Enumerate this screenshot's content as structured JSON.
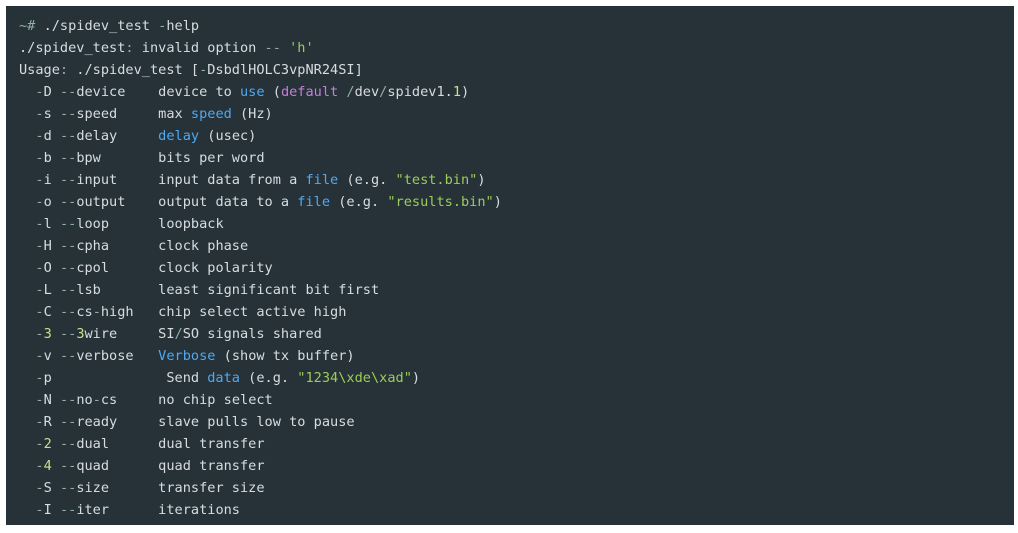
{
  "colors": {
    "background": "#263238",
    "text": "#d7dce0",
    "operator": "#8fb0a4",
    "keyword": "#4fa9f2",
    "purple": "#c77ddc",
    "string": "#9ccc5a",
    "number": "#c8e089"
  },
  "lines": [
    [
      {
        "t": "~# ",
        "c": "operator"
      },
      {
        "t": "./spidev_test ",
        "c": "text"
      },
      {
        "t": "-",
        "c": "operator"
      },
      {
        "t": "help",
        "c": "text"
      }
    ],
    [
      {
        "t": "./spidev_test",
        "c": "text"
      },
      {
        "t": ": ",
        "c": "operator"
      },
      {
        "t": "invalid option ",
        "c": "text"
      },
      {
        "t": "-- ",
        "c": "operator"
      },
      {
        "t": "'h'",
        "c": "string"
      }
    ],
    [
      {
        "t": "Usage",
        "c": "text"
      },
      {
        "t": ": ",
        "c": "operator"
      },
      {
        "t": "./spidev_test [",
        "c": "text"
      },
      {
        "t": "-",
        "c": "operator"
      },
      {
        "t": "DsbdlHOLC3vpNR24SI]",
        "c": "text"
      }
    ],
    [
      {
        "t": "  -",
        "c": "operator"
      },
      {
        "t": "D ",
        "c": "text"
      },
      {
        "t": "--",
        "c": "operator"
      },
      {
        "t": "device    device to ",
        "c": "text"
      },
      {
        "t": "use",
        "c": "keyword"
      },
      {
        "t": " (",
        "c": "text"
      },
      {
        "t": "default",
        "c": "purple"
      },
      {
        "t": " /",
        "c": "operator"
      },
      {
        "t": "dev",
        "c": "text"
      },
      {
        "t": "/",
        "c": "operator"
      },
      {
        "t": "spidev1.",
        "c": "text"
      },
      {
        "t": "1",
        "c": "number"
      },
      {
        "t": ")",
        "c": "text"
      }
    ],
    [
      {
        "t": "  -",
        "c": "operator"
      },
      {
        "t": "s ",
        "c": "text"
      },
      {
        "t": "--",
        "c": "operator"
      },
      {
        "t": "speed     max ",
        "c": "text"
      },
      {
        "t": "speed",
        "c": "keyword"
      },
      {
        "t": " (Hz)",
        "c": "text"
      }
    ],
    [
      {
        "t": "  -",
        "c": "operator"
      },
      {
        "t": "d ",
        "c": "text"
      },
      {
        "t": "--",
        "c": "operator"
      },
      {
        "t": "delay     ",
        "c": "text"
      },
      {
        "t": "delay",
        "c": "keyword"
      },
      {
        "t": " (usec)",
        "c": "text"
      }
    ],
    [
      {
        "t": "  -",
        "c": "operator"
      },
      {
        "t": "b ",
        "c": "text"
      },
      {
        "t": "--",
        "c": "operator"
      },
      {
        "t": "bpw       bits per word",
        "c": "text"
      }
    ],
    [
      {
        "t": "  -",
        "c": "operator"
      },
      {
        "t": "i ",
        "c": "text"
      },
      {
        "t": "--",
        "c": "operator"
      },
      {
        "t": "input     input data from a ",
        "c": "text"
      },
      {
        "t": "file",
        "c": "keyword"
      },
      {
        "t": " (e.g. ",
        "c": "text"
      },
      {
        "t": "\"test.bin\"",
        "c": "string"
      },
      {
        "t": ")",
        "c": "text"
      }
    ],
    [
      {
        "t": "  -",
        "c": "operator"
      },
      {
        "t": "o ",
        "c": "text"
      },
      {
        "t": "--",
        "c": "operator"
      },
      {
        "t": "output    output data to a ",
        "c": "text"
      },
      {
        "t": "file",
        "c": "keyword"
      },
      {
        "t": " (e.g. ",
        "c": "text"
      },
      {
        "t": "\"results.bin\"",
        "c": "string"
      },
      {
        "t": ")",
        "c": "text"
      }
    ],
    [
      {
        "t": "  -",
        "c": "operator"
      },
      {
        "t": "l ",
        "c": "text"
      },
      {
        "t": "--",
        "c": "operator"
      },
      {
        "t": "loop      loopback",
        "c": "text"
      }
    ],
    [
      {
        "t": "  -",
        "c": "operator"
      },
      {
        "t": "H ",
        "c": "text"
      },
      {
        "t": "--",
        "c": "operator"
      },
      {
        "t": "cpha      clock phase",
        "c": "text"
      }
    ],
    [
      {
        "t": "  -",
        "c": "operator"
      },
      {
        "t": "O ",
        "c": "text"
      },
      {
        "t": "--",
        "c": "operator"
      },
      {
        "t": "cpol      clock polarity",
        "c": "text"
      }
    ],
    [
      {
        "t": "  -",
        "c": "operator"
      },
      {
        "t": "L ",
        "c": "text"
      },
      {
        "t": "--",
        "c": "operator"
      },
      {
        "t": "lsb       least significant bit first",
        "c": "text"
      }
    ],
    [
      {
        "t": "  -",
        "c": "operator"
      },
      {
        "t": "C ",
        "c": "text"
      },
      {
        "t": "--",
        "c": "operator"
      },
      {
        "t": "cs",
        "c": "text"
      },
      {
        "t": "-",
        "c": "operator"
      },
      {
        "t": "high   chip select active high",
        "c": "text"
      }
    ],
    [
      {
        "t": "  -",
        "c": "operator"
      },
      {
        "t": "3",
        "c": "number"
      },
      {
        "t": " ",
        "c": "text"
      },
      {
        "t": "--",
        "c": "operator"
      },
      {
        "t": "3",
        "c": "number"
      },
      {
        "t": "wire     SI",
        "c": "text"
      },
      {
        "t": "/",
        "c": "operator"
      },
      {
        "t": "SO signals shared",
        "c": "text"
      }
    ],
    [
      {
        "t": "  -",
        "c": "operator"
      },
      {
        "t": "v ",
        "c": "text"
      },
      {
        "t": "--",
        "c": "operator"
      },
      {
        "t": "verbose   ",
        "c": "text"
      },
      {
        "t": "Verbose",
        "c": "keyword"
      },
      {
        "t": " (show tx buffer)",
        "c": "text"
      }
    ],
    [
      {
        "t": "  -",
        "c": "operator"
      },
      {
        "t": "p              Send ",
        "c": "text"
      },
      {
        "t": "data",
        "c": "keyword"
      },
      {
        "t": " (e.g. ",
        "c": "text"
      },
      {
        "t": "\"1234\\xde\\xad\"",
        "c": "string"
      },
      {
        "t": ")",
        "c": "text"
      }
    ],
    [
      {
        "t": "  -",
        "c": "operator"
      },
      {
        "t": "N ",
        "c": "text"
      },
      {
        "t": "--",
        "c": "operator"
      },
      {
        "t": "no",
        "c": "text"
      },
      {
        "t": "-",
        "c": "operator"
      },
      {
        "t": "cs     no chip select",
        "c": "text"
      }
    ],
    [
      {
        "t": "  -",
        "c": "operator"
      },
      {
        "t": "R ",
        "c": "text"
      },
      {
        "t": "--",
        "c": "operator"
      },
      {
        "t": "ready     slave pulls low to pause",
        "c": "text"
      }
    ],
    [
      {
        "t": "  -",
        "c": "operator"
      },
      {
        "t": "2",
        "c": "number"
      },
      {
        "t": " ",
        "c": "text"
      },
      {
        "t": "--",
        "c": "operator"
      },
      {
        "t": "dual      dual transfer",
        "c": "text"
      }
    ],
    [
      {
        "t": "  -",
        "c": "operator"
      },
      {
        "t": "4",
        "c": "number"
      },
      {
        "t": " ",
        "c": "text"
      },
      {
        "t": "--",
        "c": "operator"
      },
      {
        "t": "quad      quad transfer",
        "c": "text"
      }
    ],
    [
      {
        "t": "  -",
        "c": "operator"
      },
      {
        "t": "S ",
        "c": "text"
      },
      {
        "t": "--",
        "c": "operator"
      },
      {
        "t": "size      transfer size",
        "c": "text"
      }
    ],
    [
      {
        "t": "  -",
        "c": "operator"
      },
      {
        "t": "I ",
        "c": "text"
      },
      {
        "t": "--",
        "c": "operator"
      },
      {
        "t": "iter      iterations",
        "c": "text"
      }
    ]
  ]
}
